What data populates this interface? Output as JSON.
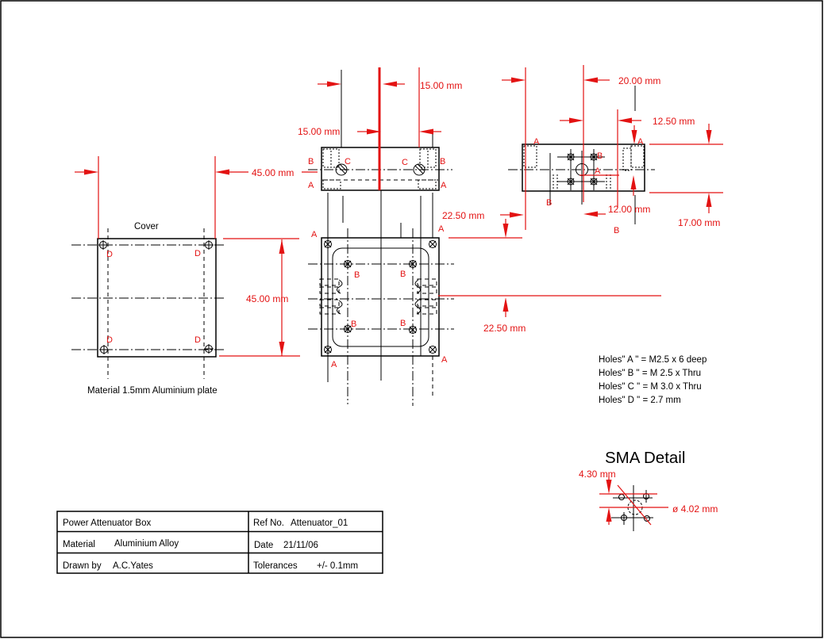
{
  "colors": {
    "dimension_red": "#e31212",
    "line_black": "#000000",
    "background": "#ffffff"
  },
  "point_labels": {
    "a": "A",
    "b": "B",
    "c": "C",
    "d": "D"
  },
  "cover_view": {
    "title": "Cover",
    "material_note": "Material 1.5mm Aluminium plate"
  },
  "dims": {
    "d45_cover": "45.00 mm",
    "d45_plan": "45.00 mm",
    "d15_top": "15.00 mm",
    "d15_left": "15.00 mm",
    "d225_upper": "22.50 mm",
    "d225_lower": "22.50 mm",
    "d20": "20.00 mm",
    "d125": "12.50 mm",
    "d12": "12.00 mm",
    "d17": "17.00 mm",
    "d43": "4.30 mm",
    "d402": "ø 4.02 mm"
  },
  "hole_notes": {
    "line1": "Holes\" A \" = M2.5 x 6  deep",
    "line2": "Holes\" B \" = M 2.5 x Thru",
    "line3": "Holes\" C \" = M 3.0 x Thru",
    "line4": "Holes\" D \" = 2.7  mm"
  },
  "sma": {
    "title": "SMA Detail"
  },
  "title_block": {
    "name": "Power Attenuator Box",
    "ref_label": "Ref No.",
    "ref_value": "Attenuator_01",
    "material_label": "Material",
    "material_value": "Aluminium Alloy",
    "date_label": "Date",
    "date_value": "21/11/06",
    "drawn_label": "Drawn by",
    "drawn_value": "A.C.Yates",
    "tolerances_label": "Tolerances",
    "tolerances_value": "+/- 0.1mm"
  }
}
